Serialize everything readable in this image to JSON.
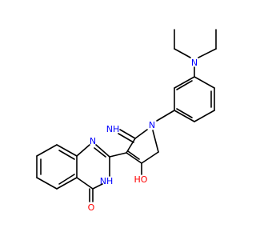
{
  "molecule": {
    "labels": {
      "amine_n": "N",
      "ethyl_1": "",
      "ethyl_2": "",
      "pyrrole_n": "N",
      "imine": "NH",
      "hydroxyl": "HO",
      "quinaz_n1": "N",
      "quinaz_nh": "NH",
      "quinaz_nh_h": "H",
      "carbonyl_o": "O"
    },
    "colors": {
      "bond": "#000000",
      "nitrogen": "#0000ff",
      "oxygen": "#ff0000",
      "background": "#ffffff"
    }
  }
}
